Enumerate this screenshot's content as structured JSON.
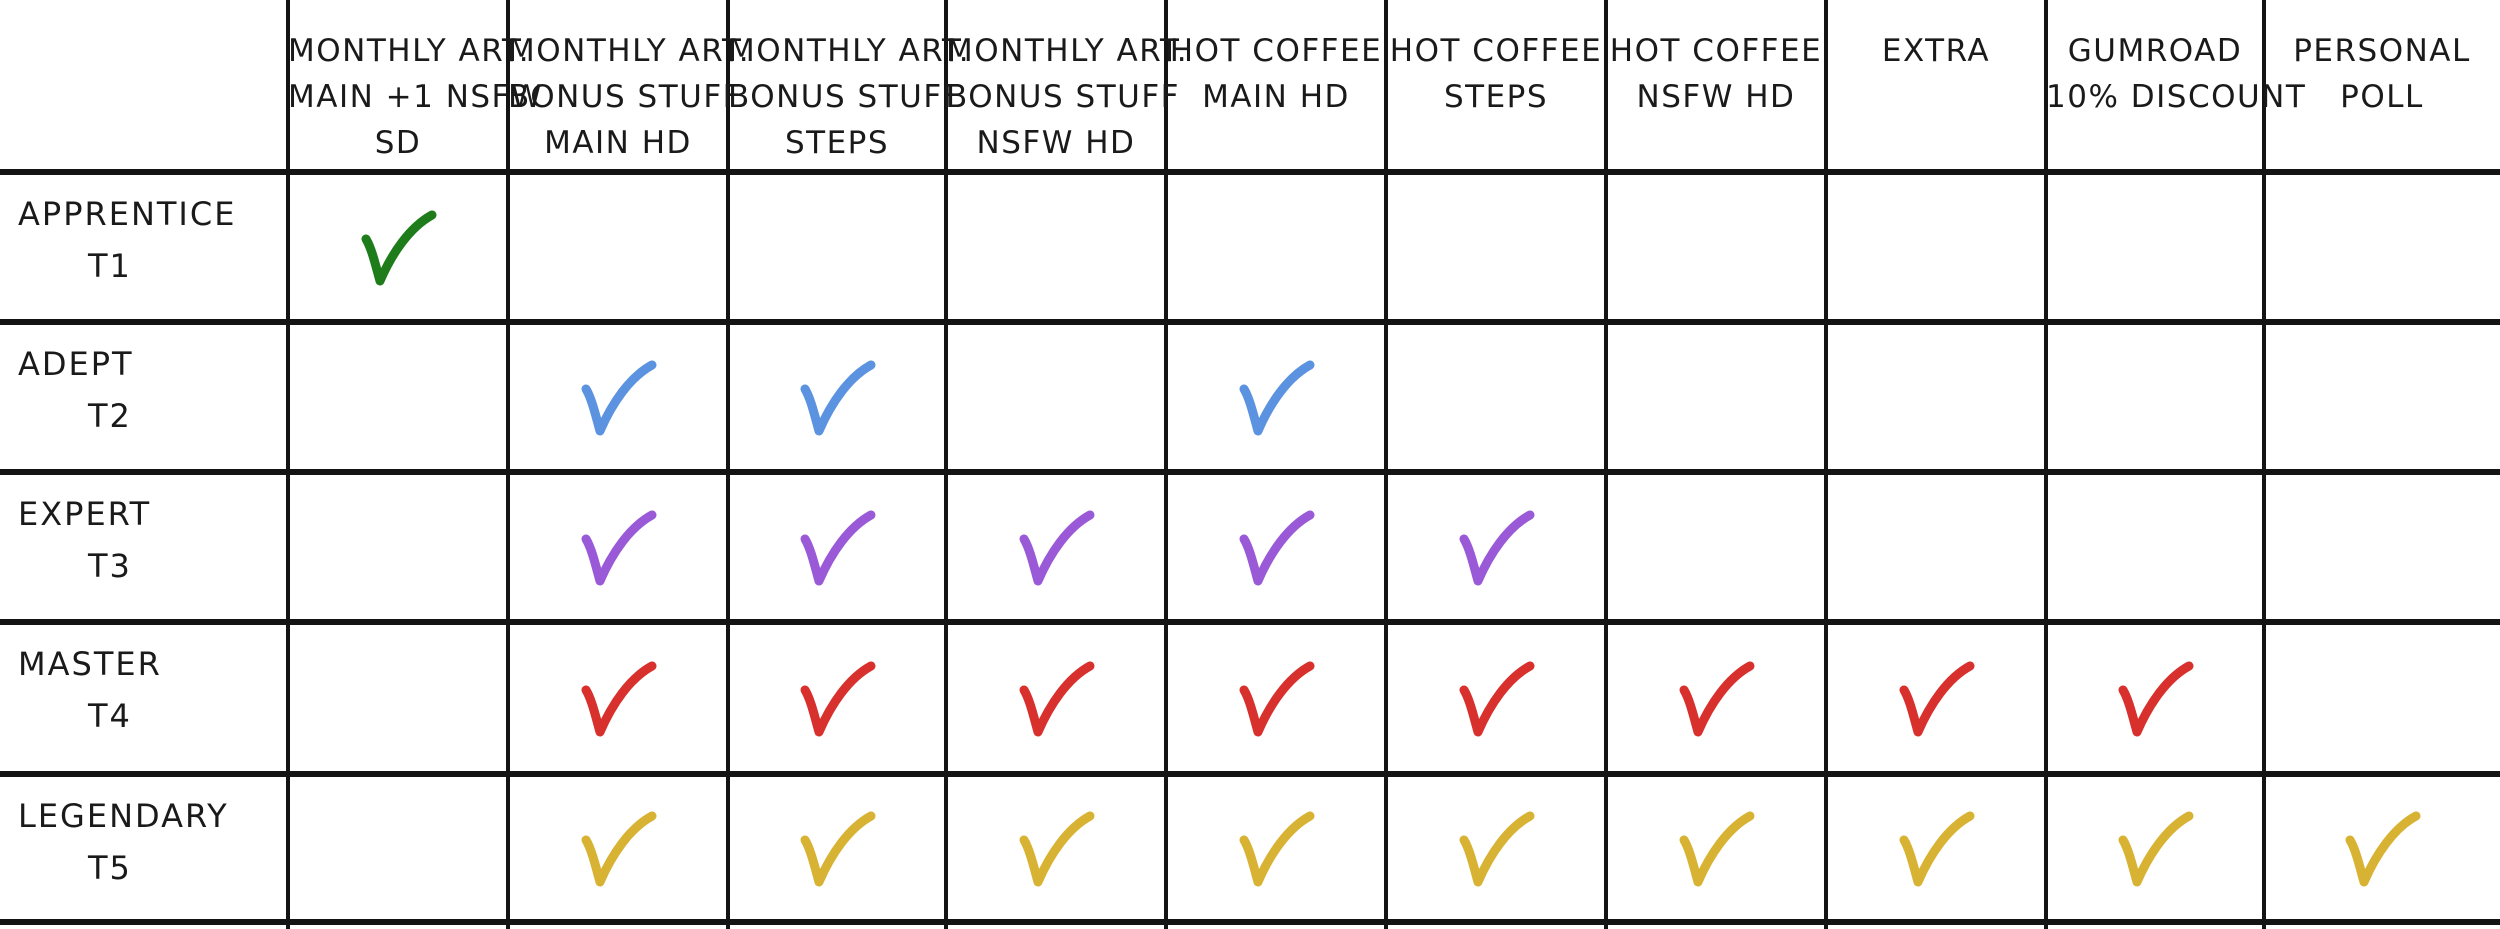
{
  "columns": [
    {
      "line1": "Monthly Art.",
      "line2": "Main +1 NSFW",
      "line3": "SD"
    },
    {
      "line1": "Monthly Art.",
      "line2": "Bonus Stuff",
      "line3": "Main HD"
    },
    {
      "line1": "Monthly Art.",
      "line2": "Bonus Stuff",
      "line3": "Steps"
    },
    {
      "line1": "Monthly Art.",
      "line2": "Bonus Stuff",
      "line3": "NSFW HD"
    },
    {
      "line1": "Hot Coffee",
      "line2": "Main HD",
      "line3": ""
    },
    {
      "line1": "Hot Coffee",
      "line2": "Steps",
      "line3": ""
    },
    {
      "line1": "Hot Coffee",
      "line2": "NSFW HD",
      "line3": ""
    },
    {
      "line1": "Extra",
      "line2": "",
      "line3": ""
    },
    {
      "line1": "Gumroad",
      "line2": "10% Discount",
      "line3": ""
    },
    {
      "line1": "Personal",
      "line2": "Poll",
      "line3": ""
    }
  ],
  "tiers": [
    {
      "name": "Apprentice",
      "code": "T1",
      "color": "#1e7d1a",
      "checks": [
        true,
        false,
        false,
        false,
        false,
        false,
        false,
        false,
        false,
        false
      ]
    },
    {
      "name": "Adept",
      "code": "T2",
      "color": "#5b93e0",
      "checks": [
        false,
        true,
        true,
        false,
        true,
        false,
        false,
        false,
        false,
        false
      ]
    },
    {
      "name": "Expert",
      "code": "T3",
      "color": "#9a5ad8",
      "checks": [
        false,
        true,
        true,
        true,
        true,
        true,
        false,
        false,
        false,
        false
      ]
    },
    {
      "name": "Master",
      "code": "T4",
      "color": "#d8302c",
      "checks": [
        false,
        true,
        true,
        true,
        true,
        true,
        true,
        true,
        true,
        false
      ]
    },
    {
      "name": "Legendary",
      "code": "T5",
      "color": "#d8b232",
      "checks": [
        false,
        true,
        true,
        true,
        true,
        true,
        true,
        true,
        true,
        true
      ]
    }
  ]
}
